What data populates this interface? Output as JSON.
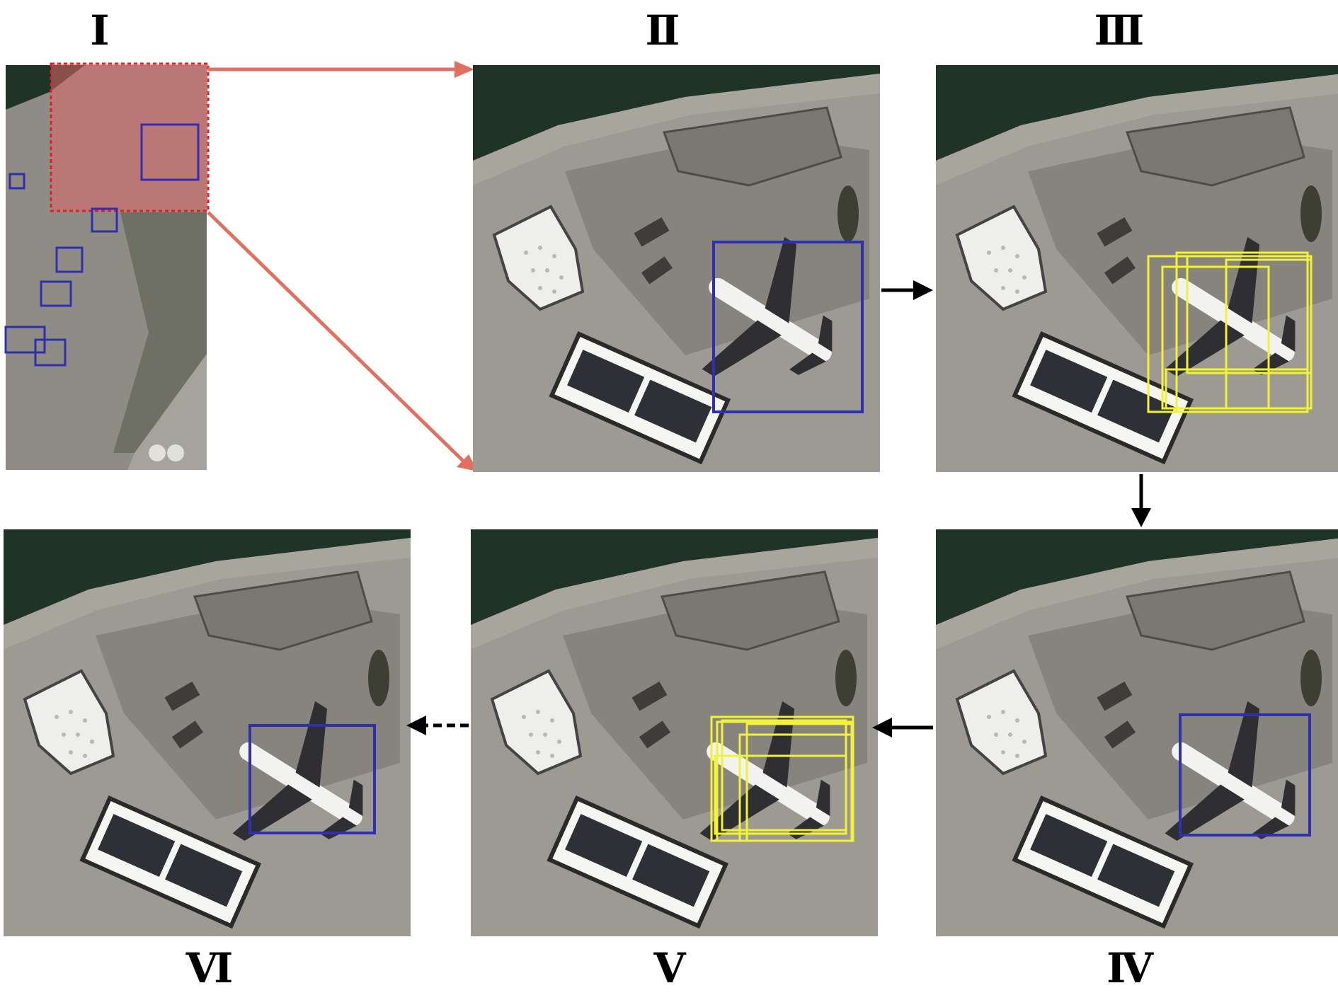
{
  "panel_labels": {
    "I": "Ⅰ",
    "II": "Ⅱ",
    "III": "Ⅲ",
    "IV": "Ⅳ",
    "V": "Ⅴ",
    "VI": "Ⅵ"
  },
  "colors": {
    "zoom_region": "#e0666a",
    "zoom_arrow": "#e07060",
    "detection_box": "#2f2fb0",
    "candidate_box": "#f2f23a",
    "flow_arrow": "#000000"
  }
}
